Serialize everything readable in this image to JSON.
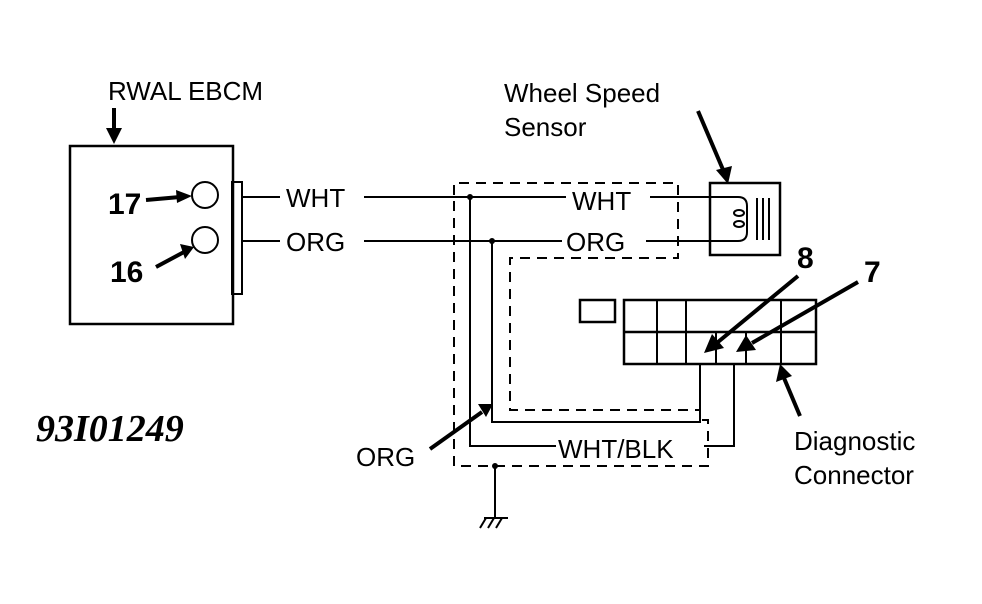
{
  "diagram": {
    "figure_id": "93I01249",
    "components": {
      "ebcm": {
        "label": "RWAL EBCM",
        "pins": [
          {
            "number": "17"
          },
          {
            "number": "16"
          }
        ]
      },
      "sensor": {
        "label_line1": "Wheel Speed",
        "label_line2": "Sensor"
      },
      "connector": {
        "label_line1": "Diagnostic",
        "label_line2": "Connector",
        "pins": [
          {
            "number": "8"
          },
          {
            "number": "7"
          }
        ]
      }
    },
    "wires": {
      "ebcm_wht": "WHT",
      "ebcm_org": "ORG",
      "sensor_wht": "WHT",
      "sensor_org": "ORG",
      "shield_org": "ORG",
      "diag_wht_blk": "WHT/BLK"
    },
    "colors": {
      "ink": "#000000",
      "background": "#ffffff"
    }
  }
}
